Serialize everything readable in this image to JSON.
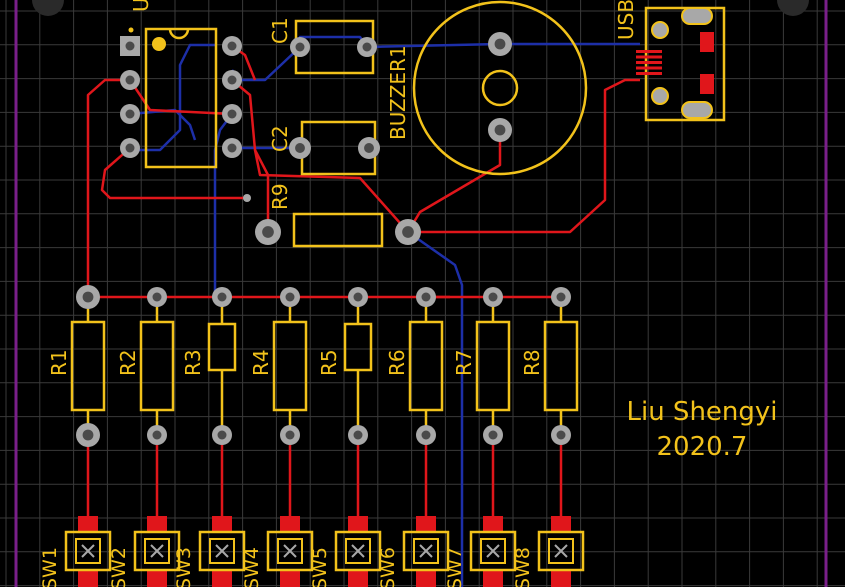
{
  "colors": {
    "background": "#000000",
    "grid": "#3a3a3a",
    "outline": "#7a1f8a",
    "silk": "#f2c21b",
    "top_copper": "#e0161b",
    "bottom_copper": "#1d2fa8",
    "pad": "#a8a8a8",
    "pad_hole": "#4a4a4a"
  },
  "labels": {
    "u1": "U",
    "usb": "USB",
    "c1": "C1",
    "c2": "C2",
    "buzzer": "BUZZER1",
    "r9": "R9",
    "author": "Liu Shengyi",
    "date": "2020.7"
  },
  "resistors": [
    {
      "label": "R1"
    },
    {
      "label": "R2"
    },
    {
      "label": "R3"
    },
    {
      "label": "R4"
    },
    {
      "label": "R5"
    },
    {
      "label": "R6"
    },
    {
      "label": "R7"
    },
    {
      "label": "R8"
    }
  ],
  "switches": [
    {
      "label": "SW1"
    },
    {
      "label": "SW2"
    },
    {
      "label": "SW3"
    },
    {
      "label": "SW4"
    },
    {
      "label": "SW5"
    },
    {
      "label": "SW6"
    },
    {
      "label": "SW7"
    },
    {
      "label": "SW8"
    }
  ]
}
